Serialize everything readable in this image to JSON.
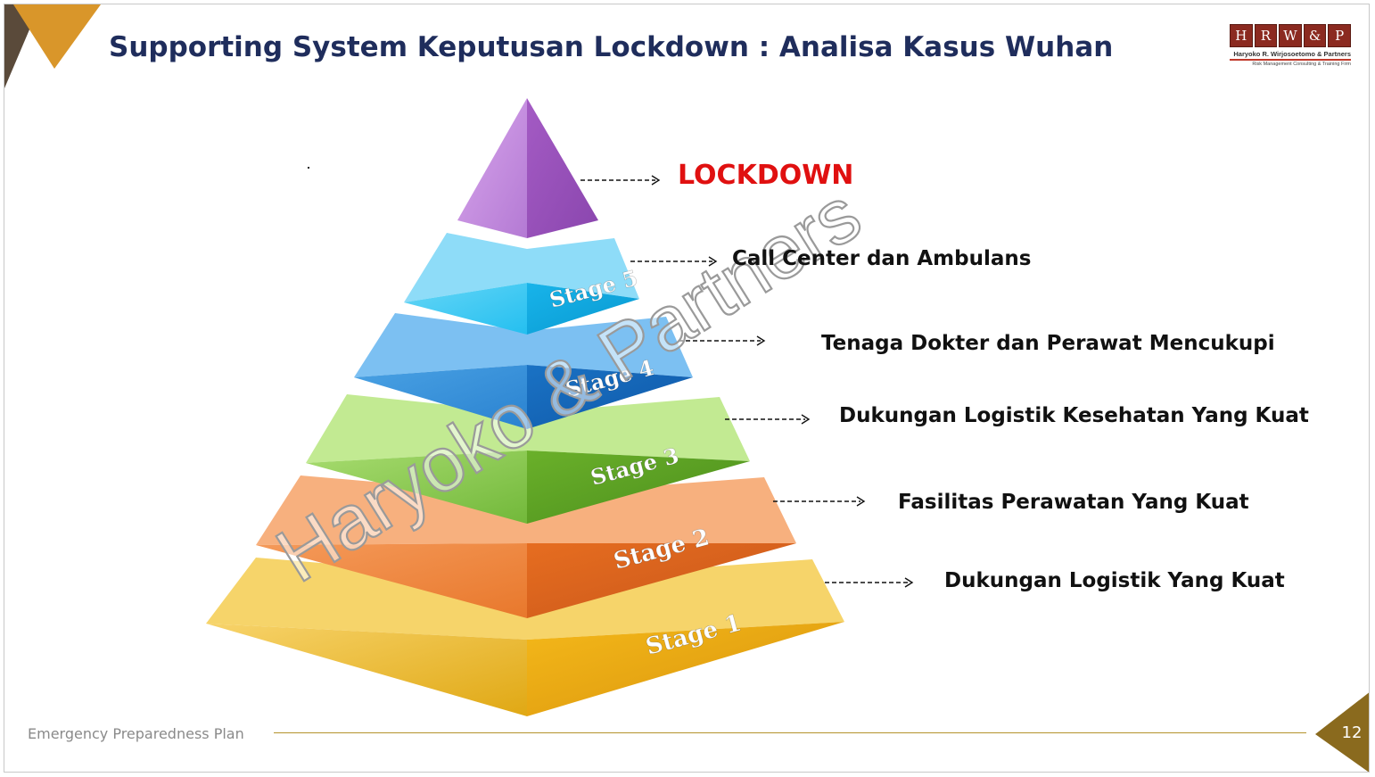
{
  "slide": {
    "title": "Supporting System Keputusan Lockdown : Analisa Kasus Wuhan",
    "footer": "Emergency Preparedness Plan",
    "page_number": "12"
  },
  "logo": {
    "letters": [
      "H",
      "R",
      "W",
      "&",
      "P"
    ],
    "firm_name": "Haryoko R. Wirjosoetomo & Partners",
    "tagline": "Risk Management Consulting & Training Firm"
  },
  "watermark": "Haryoko & Partners",
  "pyramid": {
    "peak_label": "LOCKDOWN",
    "stages": [
      {
        "stage": "Stage 5",
        "label": "Call Center dan Ambulans"
      },
      {
        "stage": "Stage 4",
        "label": "Tenaga Dokter dan Perawat Mencukupi"
      },
      {
        "stage": "Stage 3",
        "label": "Dukungan Logistik Kesehatan Yang Kuat"
      },
      {
        "stage": "Stage 2",
        "label": "Fasilitas Perawatan Yang Kuat"
      },
      {
        "stage": "Stage 1",
        "label": "Dukungan Logistik Yang Kuat"
      }
    ]
  },
  "colors": {
    "title": "#1f2d5c",
    "lockdown": "#e01010",
    "peak": "#a45bc4",
    "stage5": "#1cb8ec",
    "stage4": "#1e7fd0",
    "stage3": "#6fb52c",
    "stage2": "#ee7a2c",
    "stage1": "#f2c12e",
    "corner": "#8a6a1e"
  }
}
